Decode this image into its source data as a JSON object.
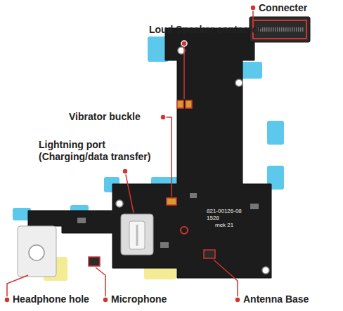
{
  "diagram": {
    "labels": [
      "Connecter",
      "Loud Speaker contactor",
      "Vibrator buckle",
      "Lightning port (Charging/data transfer)",
      "Headphone hole",
      "Microphone",
      "Antenna Base",
      "821-00126-08",
      "1528",
      "mek 21"
    ]
  }
}
